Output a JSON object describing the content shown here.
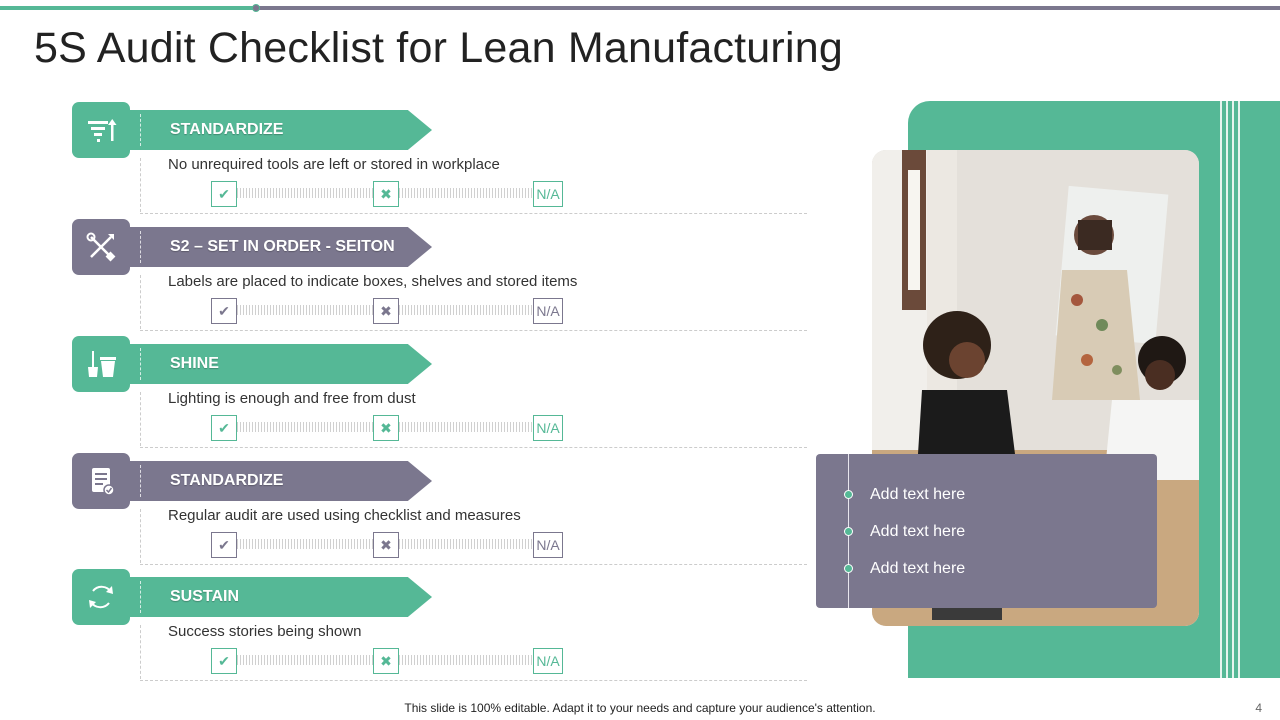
{
  "title": "5S Audit Checklist for Lean Manufacturing",
  "colors": {
    "green": "#55b896",
    "gray": "#7b778e"
  },
  "rows": [
    {
      "heading": "STANDARDIZE",
      "description": "No unrequired tools are left or stored in workplace",
      "icon": "filter-sort-icon",
      "theme": "green",
      "na": "N/A"
    },
    {
      "heading": "S2 – SET IN ORDER - SEITON",
      "description": "Labels are placed to indicate boxes, shelves and stored items",
      "icon": "tools-icon",
      "theme": "gray",
      "na": "N/A"
    },
    {
      "heading": "SHINE",
      "description": "Lighting is enough and free from dust",
      "icon": "cleaning-icon",
      "theme": "green",
      "na": "N/A"
    },
    {
      "heading": "STANDARDIZE",
      "description": "Regular audit are used using checklist and measures",
      "icon": "document-check-icon",
      "theme": "gray",
      "na": "N/A"
    },
    {
      "heading": "SUSTAIN",
      "description": "Success stories being shown",
      "icon": "cycle-icon",
      "theme": "green",
      "na": "N/A"
    }
  ],
  "bullets": [
    "Add text here",
    "Add text here",
    "Add text here"
  ],
  "footer": "This slide is 100% editable. Adapt it to your needs and capture your audience's attention.",
  "page_number": "4"
}
